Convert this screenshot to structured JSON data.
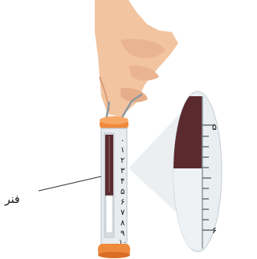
{
  "spring_label": "فنر",
  "tube_scale": [
    "۰",
    "۱",
    "۲",
    "۳",
    "۴",
    "۵",
    "۶",
    "۷",
    "۸",
    "۹",
    "۱۰"
  ],
  "zoom_scale": {
    "top": "۵",
    "bottom": "۶"
  },
  "colors": {
    "skin": "#f2c4a0",
    "skin_shadow": "#d99d78",
    "tube_body": "#e8ecee",
    "tube_edge": "#b9c3c8",
    "cap_orange": "#ef8a3c",
    "window_dark": "#5b2a2f",
    "scale_ink": "#4f5a60",
    "lens": "#e9eef1"
  }
}
